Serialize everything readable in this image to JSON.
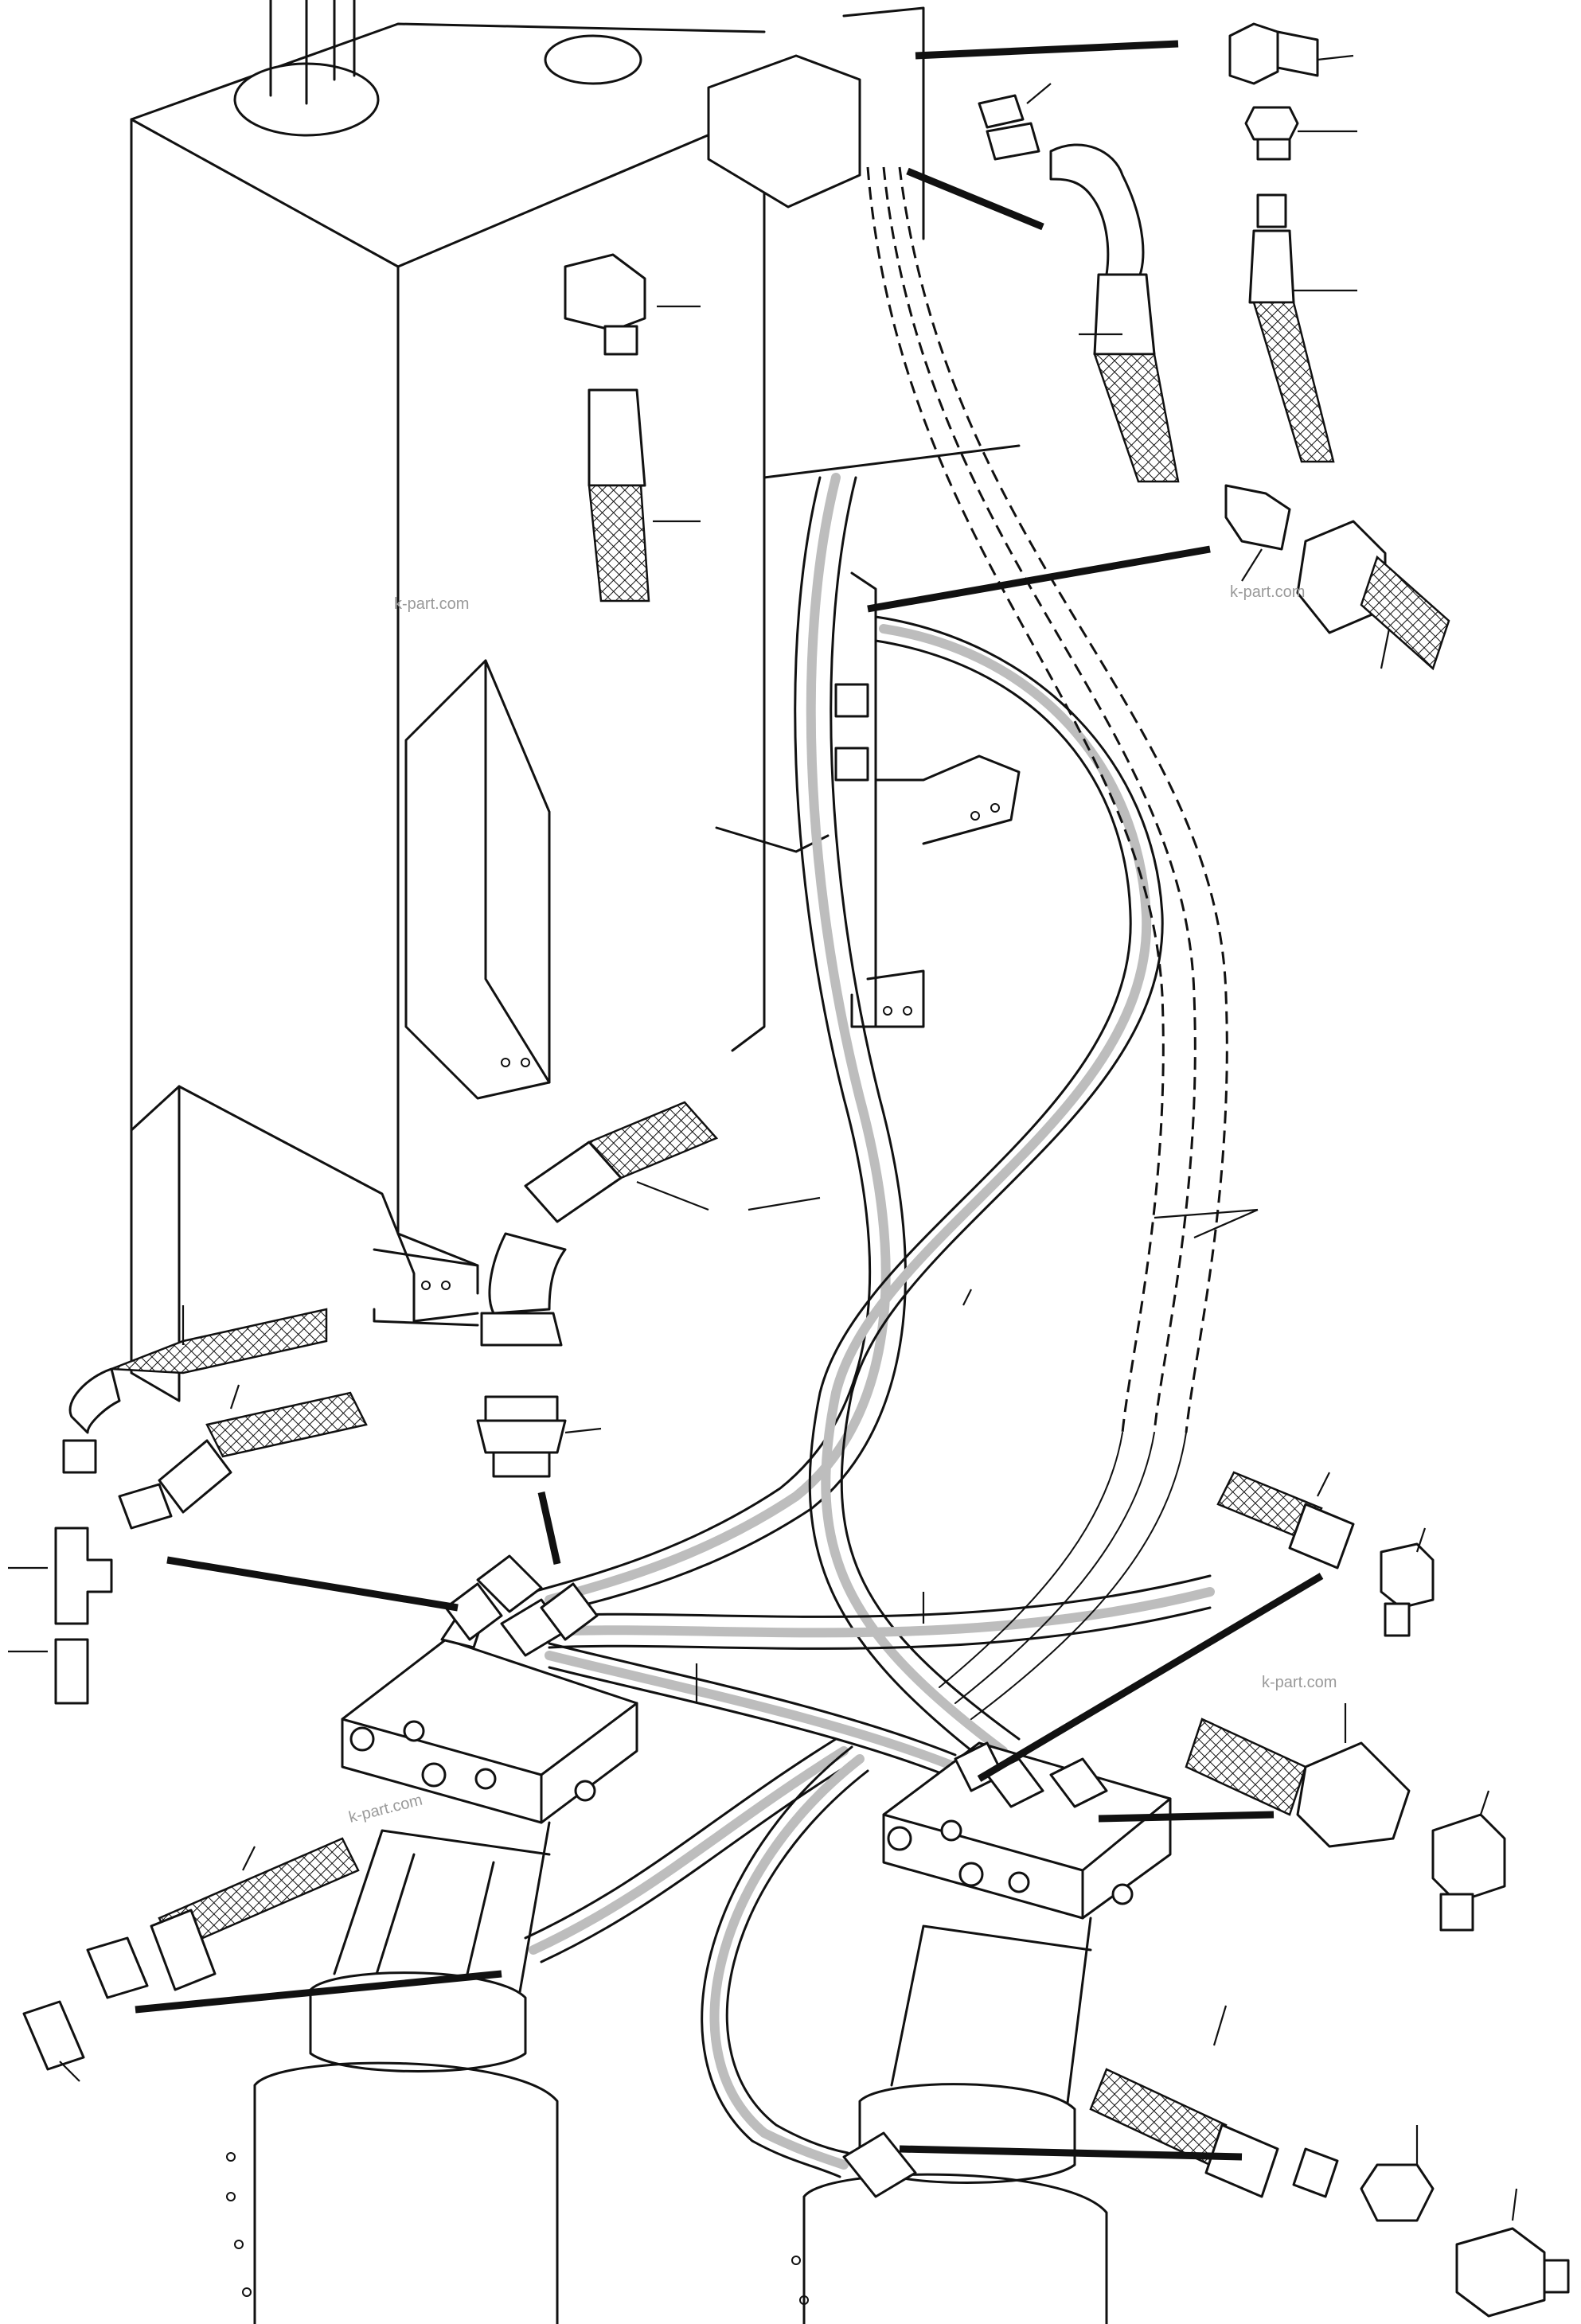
{
  "watermarks": [
    "k-part.com",
    "k-part.com",
    "k-part.com",
    "k-part.com"
  ],
  "colors": {
    "ink": "#111111",
    "hose_shade": "#bdbdbd",
    "watermark": "#9a9a9a",
    "background": "#ffffff"
  }
}
